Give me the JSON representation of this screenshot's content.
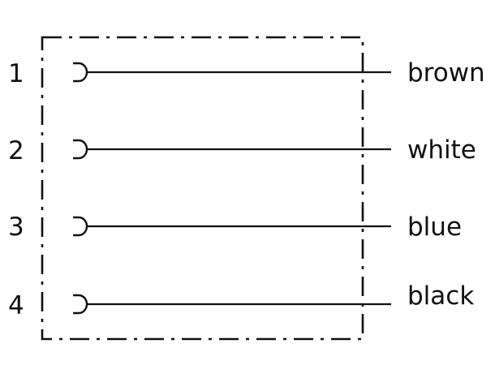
{
  "diagram": {
    "line_color": "#111111",
    "pins": [
      {
        "number": "1",
        "wire_color": "brown"
      },
      {
        "number": "2",
        "wire_color": "white"
      },
      {
        "number": "3",
        "wire_color": "blue"
      },
      {
        "number": "4",
        "wire_color": "black"
      }
    ]
  }
}
